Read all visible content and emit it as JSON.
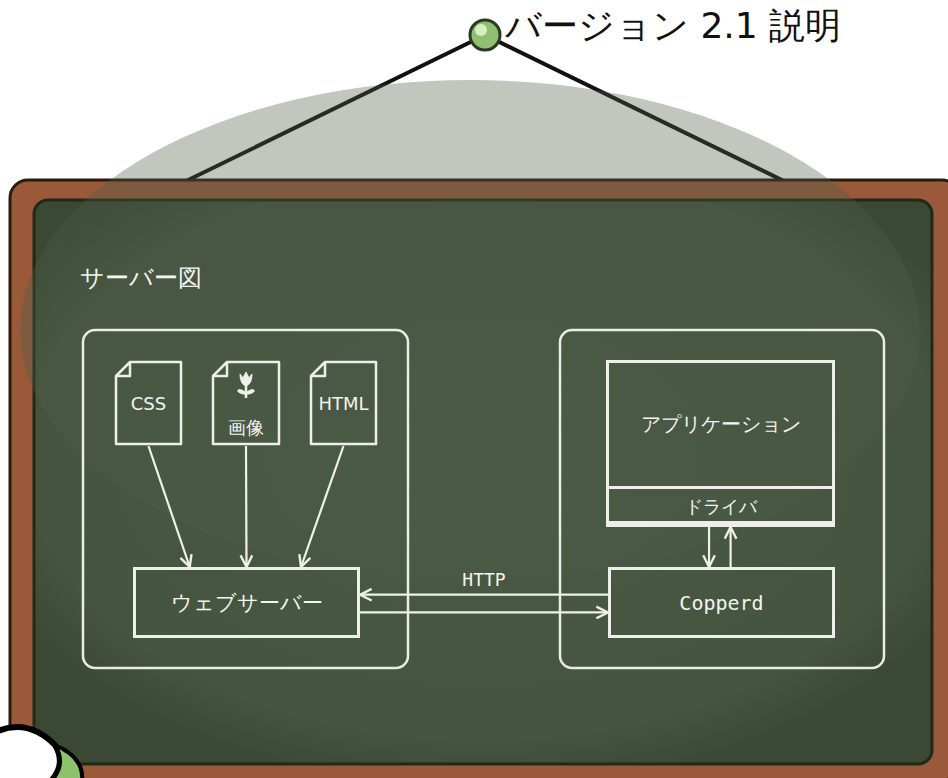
{
  "diagram": {
    "title": "バージョン 2.1 説明",
    "nodes": [
      {
        "text": [
          "CSS"
        ]
      },
      {
        "text": [
          "画像"
        ]
      },
      {
        "text": [
          "HTML"
        ]
      },
      {
        "text": [
          "ウェブサーバー"
        ]
      },
      {
        "text": [
          "アプリケーション"
        ]
      },
      {
        "text": [
          "ドライバ"
        ],
        "in": 4
      },
      {
        "text": [
          "Copperd"
        ]
      }
    ],
    "edges": [
      {
        "from": 0,
        "to": 3,
        "arrow": "to"
      },
      {
        "from": 1,
        "to": 3,
        "arrow": "to"
      },
      {
        "from": 2,
        "to": 3,
        "arrow": "to"
      },
      {
        "from": 6,
        "to": 3,
        "label": "HTTP",
        "arrow": "to"
      },
      {
        "from": 3,
        "to": 6,
        "arrow": "to"
      },
      {
        "from": 5,
        "to": 6,
        "arrow": "to"
      },
      {
        "from": 6,
        "to": 5,
        "arrow": "to"
      }
    ],
    "labels": [
      "サーバー図"
    ]
  }
}
